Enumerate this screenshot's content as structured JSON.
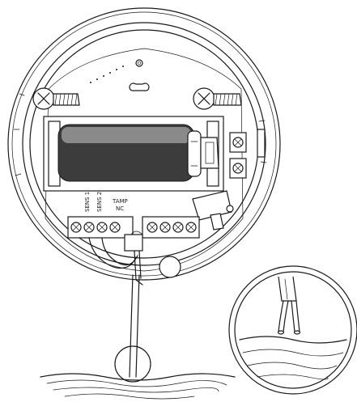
{
  "labels": {
    "sens1": "SENS 1",
    "sens2": "SENS 2",
    "tamp_line1": "TAMP",
    "tamp_line2": "NC"
  },
  "colors": {
    "line": "#1a1a1a",
    "battery_dark": "#6e6e6e",
    "background": "#ffffff"
  },
  "icons": [
    "screw-icon",
    "battery-icon",
    "terminal-block-icon",
    "tamper-switch-icon",
    "cable-detail-icon"
  ]
}
